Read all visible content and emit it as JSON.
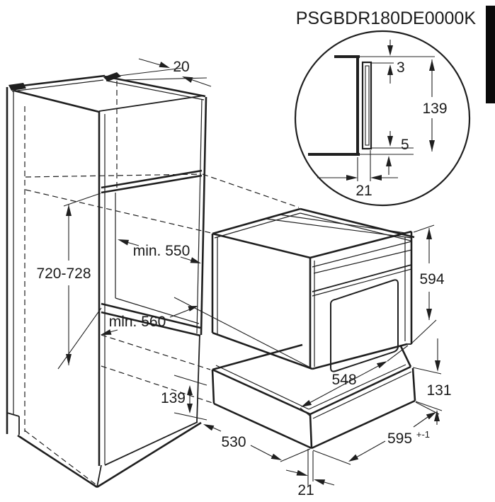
{
  "title": "PSGBDR180DE0000K",
  "detail_circle": {
    "dim_top_gap": "3",
    "dim_trim_height": "139",
    "dim_bottom_gap": "5",
    "dim_overlap_depth": "21"
  },
  "cabinet": {
    "dim_top_clearance": "20",
    "dim_niche_height": "720-728",
    "dim_niche_depth": "min. 550",
    "dim_niche_width": "min. 560",
    "dim_trim_height": "139",
    "dim_door_width": "530"
  },
  "oven": {
    "dim_height": "594",
    "dim_body_depth": "548"
  },
  "drawer": {
    "dim_front_height": "131",
    "dim_width": "595",
    "dim_width_tolerance": "+-1",
    "dim_front_offset": "21"
  }
}
